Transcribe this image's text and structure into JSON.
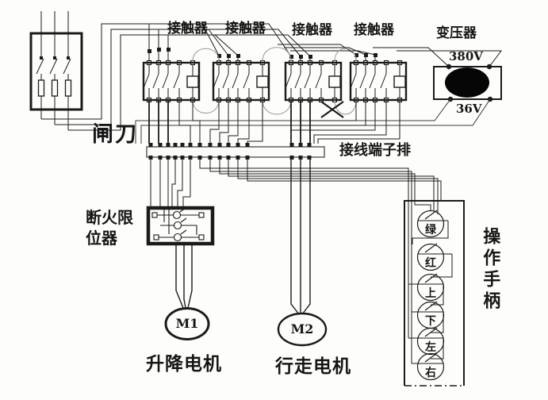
{
  "diagram": {
    "background": "#fdfdfb",
    "line_color": "#1b1b1b",
    "labels": {
      "knife_switch": "闸刀",
      "transformer": "变压器",
      "voltage_primary": "380V",
      "voltage_secondary": "36V",
      "terminal_strip": "接线端子排",
      "limiter_line1": "断火限",
      "limiter_line2": "位器",
      "motor1": "M1",
      "motor2": "M2",
      "motor1_caption": "升降电机",
      "motor2_caption": "行走电机",
      "handle": "操作手柄"
    },
    "contactors": [
      "接触器",
      "接触器",
      "接触器",
      "接触器"
    ],
    "handle_buttons": [
      {
        "label": "绿",
        "meaning": "green"
      },
      {
        "label": "红",
        "meaning": "red"
      },
      {
        "label": "上",
        "meaning": "up"
      },
      {
        "label": "下",
        "meaning": "down"
      },
      {
        "label": "左",
        "meaning": "left"
      },
      {
        "label": "右",
        "meaning": "right"
      }
    ]
  }
}
